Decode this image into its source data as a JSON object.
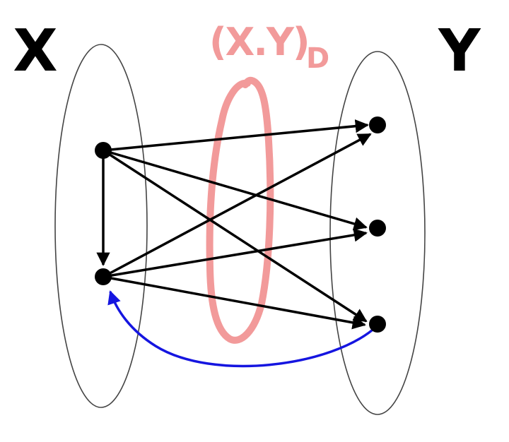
{
  "labels": {
    "left_set": "X",
    "right_set": "Y",
    "relation": "(X.Y)",
    "relation_subscript": "D"
  },
  "colors": {
    "set_outline": "#444444",
    "edge": "#000000",
    "back_edge": "#1515e0",
    "relation_highlight": "#f29a9a",
    "node": "#000000"
  },
  "nodes": {
    "x": [
      "x1",
      "x2"
    ],
    "y": [
      "y1",
      "y2",
      "y3"
    ]
  },
  "edges": [
    {
      "from": "x1",
      "to": "y1"
    },
    {
      "from": "x1",
      "to": "y2"
    },
    {
      "from": "x1",
      "to": "y3"
    },
    {
      "from": "x1",
      "to": "x2"
    },
    {
      "from": "x2",
      "to": "y1"
    },
    {
      "from": "x2",
      "to": "y2"
    },
    {
      "from": "x2",
      "to": "y3"
    },
    {
      "from": "y3",
      "to": "x2",
      "style": "curved-back"
    }
  ]
}
